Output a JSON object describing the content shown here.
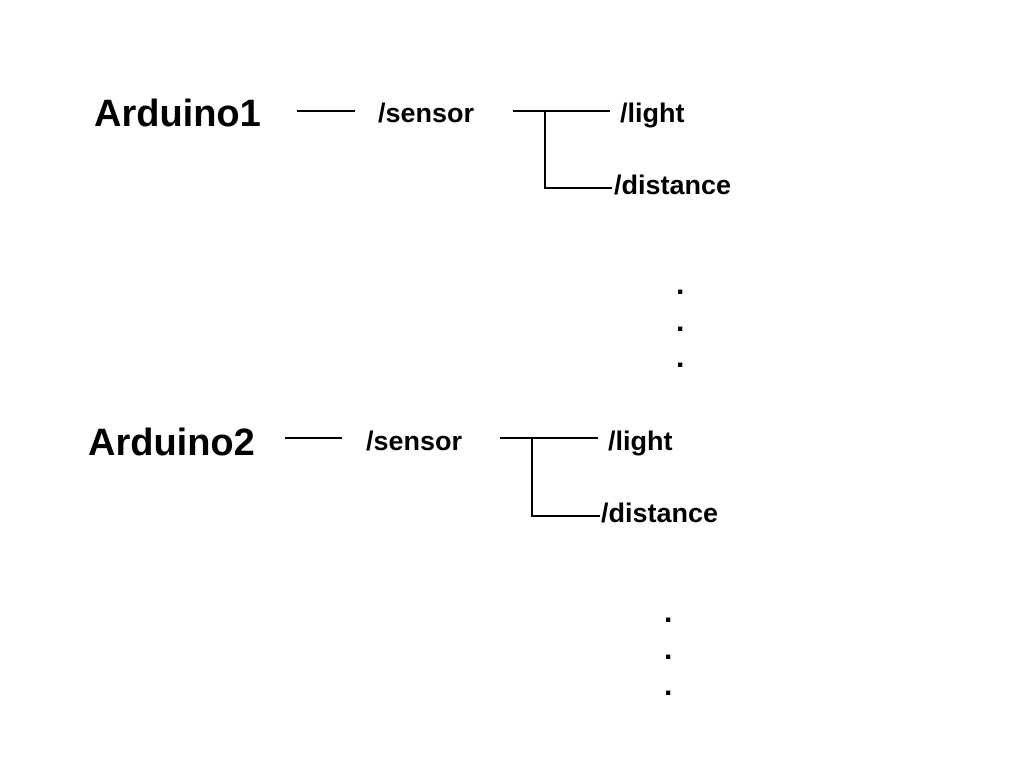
{
  "diagram": {
    "trees": [
      {
        "device": "Arduino1",
        "topic": "/sensor",
        "children": [
          "/light",
          "/distance"
        ],
        "ellipsis": [
          ".",
          ".",
          "."
        ]
      },
      {
        "device": "Arduino2",
        "topic": "/sensor",
        "children": [
          "/light",
          "/distance"
        ],
        "ellipsis": [
          ".",
          ".",
          "."
        ]
      }
    ]
  }
}
